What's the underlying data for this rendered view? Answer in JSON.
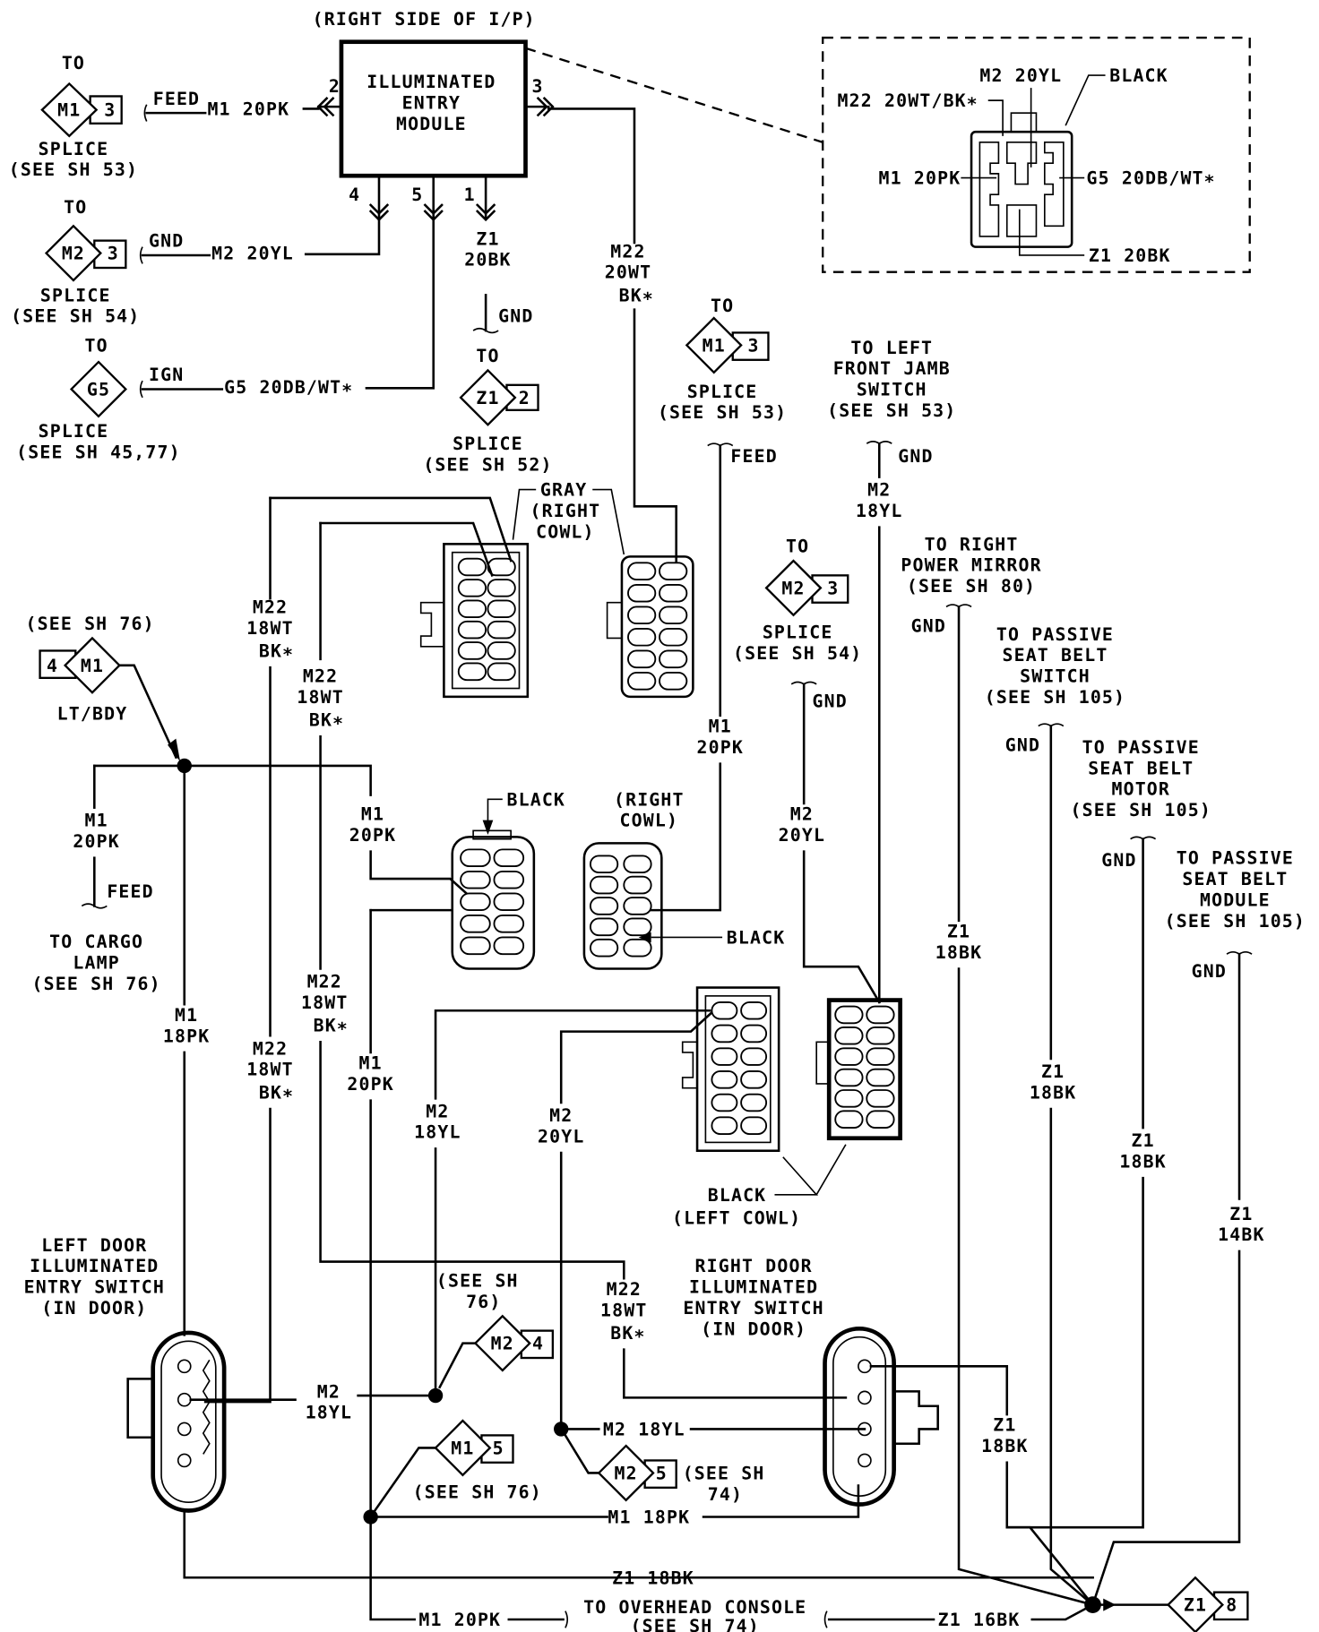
{
  "title": "Illuminated Entry Wiring Diagram",
  "module": {
    "location": "(RIGHT SIDE OF I/P)",
    "name_lines": [
      "ILLUMINATED",
      "ENTRY",
      "MODULE"
    ],
    "pins": {
      "p1": "1",
      "p2": "2",
      "p3": "3",
      "p4": "4",
      "p5": "5"
    }
  },
  "splices_left": [
    {
      "to": "TO",
      "id": "M1",
      "pin": "3",
      "type": "FEED",
      "wire": "M1 20PK",
      "label": "SPLICE",
      "ref": "(SEE SH 53)"
    },
    {
      "to": "TO",
      "id": "M2",
      "pin": "3",
      "type": "GND",
      "wire": "M2 20YL",
      "label": "SPLICE",
      "ref": "(SEE SH 54)"
    },
    {
      "to": "TO",
      "id": "G5",
      "pin": "",
      "type": "IGN",
      "wire": "G5 20DB/WT∗",
      "label": "SPLICE",
      "ref": "(SEE SH 45,77)"
    }
  ],
  "z1_splice": {
    "wire_a": "Z1",
    "wire_b": "20BK",
    "type": "GND",
    "to": "TO",
    "id": "Z1",
    "pin": "2",
    "label": "SPLICE",
    "ref": "(SEE SH 52)"
  },
  "m22_top": {
    "a": "M22",
    "b": "20WT",
    "c": "BK∗"
  },
  "inset": {
    "m2": "M2 20YL",
    "black": "BLACK",
    "m22": "M22 20WT/BK∗",
    "m1": "M1 20PK",
    "g5": "G5 20DB/WT∗",
    "z1": "Z1 20BK"
  },
  "m1_splice_mid": {
    "to": "TO",
    "id": "M1",
    "pin": "3",
    "label": "SPLICE",
    "ref": "(SEE SH 53)",
    "type": "FEED",
    "wire_a": "M1",
    "wire_b": "20PK"
  },
  "jamb": {
    "l1": "TO LEFT",
    "l2": "FRONT JAMB",
    "l3": "SWITCH",
    "l4": "(SEE SH 53)",
    "type": "GND",
    "wire_a": "M2",
    "wire_b": "18YL"
  },
  "m2_splice_mid": {
    "to": "TO",
    "id": "M2",
    "pin": "3",
    "label": "SPLICE",
    "ref": "(SEE SH 54)",
    "type": "GND",
    "wire_a": "M2",
    "wire_b": "20YL"
  },
  "mirror": {
    "l1": "TO RIGHT",
    "l2": "POWER MIRROR",
    "l3": "(SEE SH 80)",
    "type": "GND",
    "wire_a": "Z1",
    "wire_b": "18BK"
  },
  "seatbelt_switch": {
    "l1": "TO PASSIVE",
    "l2": "SEAT BELT",
    "l3": "SWITCH",
    "l4": "(SEE SH 105)",
    "type": "GND",
    "wire_a": "Z1",
    "wire_b": "18BK"
  },
  "seatbelt_motor": {
    "l1": "TO PASSIVE",
    "l2": "SEAT BELT",
    "l3": "MOTOR",
    "l4": "(SEE SH 105)",
    "type": "GND",
    "wire_a": "Z1",
    "wire_b": "18BK"
  },
  "seatbelt_module": {
    "l1": "TO PASSIVE",
    "l2": "SEAT BELT",
    "l3": "MODULE",
    "l4": "(SEE SH 105)",
    "type": "GND",
    "wire_a": "Z1",
    "wire_b": "14BK"
  },
  "connectors": {
    "gray": "GRAY",
    "right_cowl_a": "(RIGHT",
    "right_cowl_b": "COWL)",
    "black": "BLACK",
    "black2": "BLACK",
    "left_cowl_black": "BLACK",
    "left_cowl": "(LEFT COWL)"
  },
  "lt_bdy": {
    "ref": "(SEE SH 76)",
    "pin": "4",
    "id": "M1",
    "label": "LT/BDY"
  },
  "cargo": {
    "wire_a": "M1",
    "wire_b": "20PK",
    "type": "FEED",
    "l1": "TO CARGO",
    "l2": "LAMP",
    "l3": "(SEE SH 76)"
  },
  "wires": {
    "m22_a": [
      "M22",
      "18WT",
      "BK∗"
    ],
    "m22_b": [
      "M22",
      "18WT",
      "BK∗"
    ],
    "m22_c": [
      "M22",
      "18WT",
      "BK∗"
    ],
    "m22_d": [
      "M22",
      "18WT",
      "BK∗"
    ],
    "m22_e": [
      "M22",
      "18WT",
      "BK∗"
    ],
    "m1_mid": [
      "M1",
      "20PK"
    ],
    "m1_low": [
      "M1",
      "20PK"
    ],
    "m1_18pk": [
      "M1",
      "18PK"
    ],
    "m2_18yl_v": [
      "M2",
      "18YL"
    ],
    "m2_20yl_v": [
      "M2",
      "20YL"
    ],
    "m2_18yl_h": [
      "M2",
      "18YL"
    ],
    "z1_18bk_v": [
      "Z1",
      "18BK"
    ]
  },
  "left_door": {
    "l1": "LEFT DOOR",
    "l2": "ILLUMINATED",
    "l3": "ENTRY SWITCH",
    "l4": "(IN DOOR)"
  },
  "right_door": {
    "l1": "RIGHT DOOR",
    "l2": "ILLUMINATED",
    "l3": "ENTRY SWITCH",
    "l4": "(IN DOOR)"
  },
  "bottom_splices": {
    "m2_4": {
      "ref_a": "(SEE SH",
      "ref_b": "76)",
      "id": "M2",
      "pin": "4"
    },
    "m1_5": {
      "id": "M1",
      "pin": "5",
      "ref": "(SEE SH 76)"
    },
    "m2_5": {
      "id": "M2",
      "pin": "5",
      "ref_a": "(SEE SH",
      "ref_b": "74)"
    },
    "z1_8": {
      "id": "Z1",
      "pin": "8"
    }
  },
  "bottom_wires": {
    "m2_18yl": "M2 18YL",
    "m1_18pk": "M1 18PK",
    "z1_18bk": "Z1 18BK",
    "m1_20pk": "M1 20PK",
    "console_a": "TO OVERHEAD CONSOLE",
    "console_b": "(SEE SH 74)",
    "z1_16bk": "Z1 16BK"
  }
}
